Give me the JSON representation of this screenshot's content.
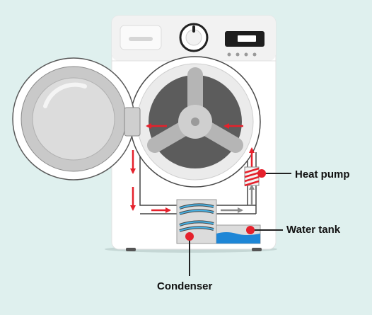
{
  "labels": {
    "heat_pump": "Heat pump",
    "water_tank": "Water tank",
    "condenser": "Condenser"
  },
  "colors": {
    "background": "#dff0ee",
    "machine_body": "#ffffff",
    "machine_panel": "#eeeeee",
    "door_grey": "#c9c9c9",
    "drum_dark": "#5c5c5c",
    "airflow_arrow": "#e5212c",
    "return_arrow": "#888888",
    "water": "#1e86d6",
    "marker": "#e5212c"
  },
  "icons": [
    "control-knob-icon",
    "display-panel-icon",
    "airflow-arrow-icon",
    "heat-pump-coil-icon",
    "condenser-coil-icon"
  ]
}
